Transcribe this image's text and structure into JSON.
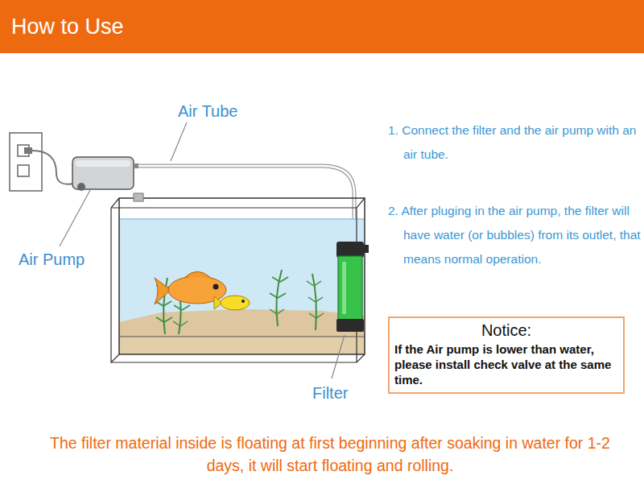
{
  "diagram": {
    "title": "How to Use",
    "caption": "The filter material inside is floating at first beginning after soaking in water for 1-2 days, it will start floating and rolling.",
    "nodes": [
      {
        "text": [
          "Notice:",
          "If the Air pump is lower than water, please install check valve at the same time."
        ]
      }
    ],
    "labels": [
      "Air Tube",
      "1. Connect the filter and the air pump with an air tube.",
      "2. After pluging in the air pump, the filter will have water (or bubbles) from its outlet, that means normal operation.",
      "Air Pump",
      "Filter"
    ]
  }
}
